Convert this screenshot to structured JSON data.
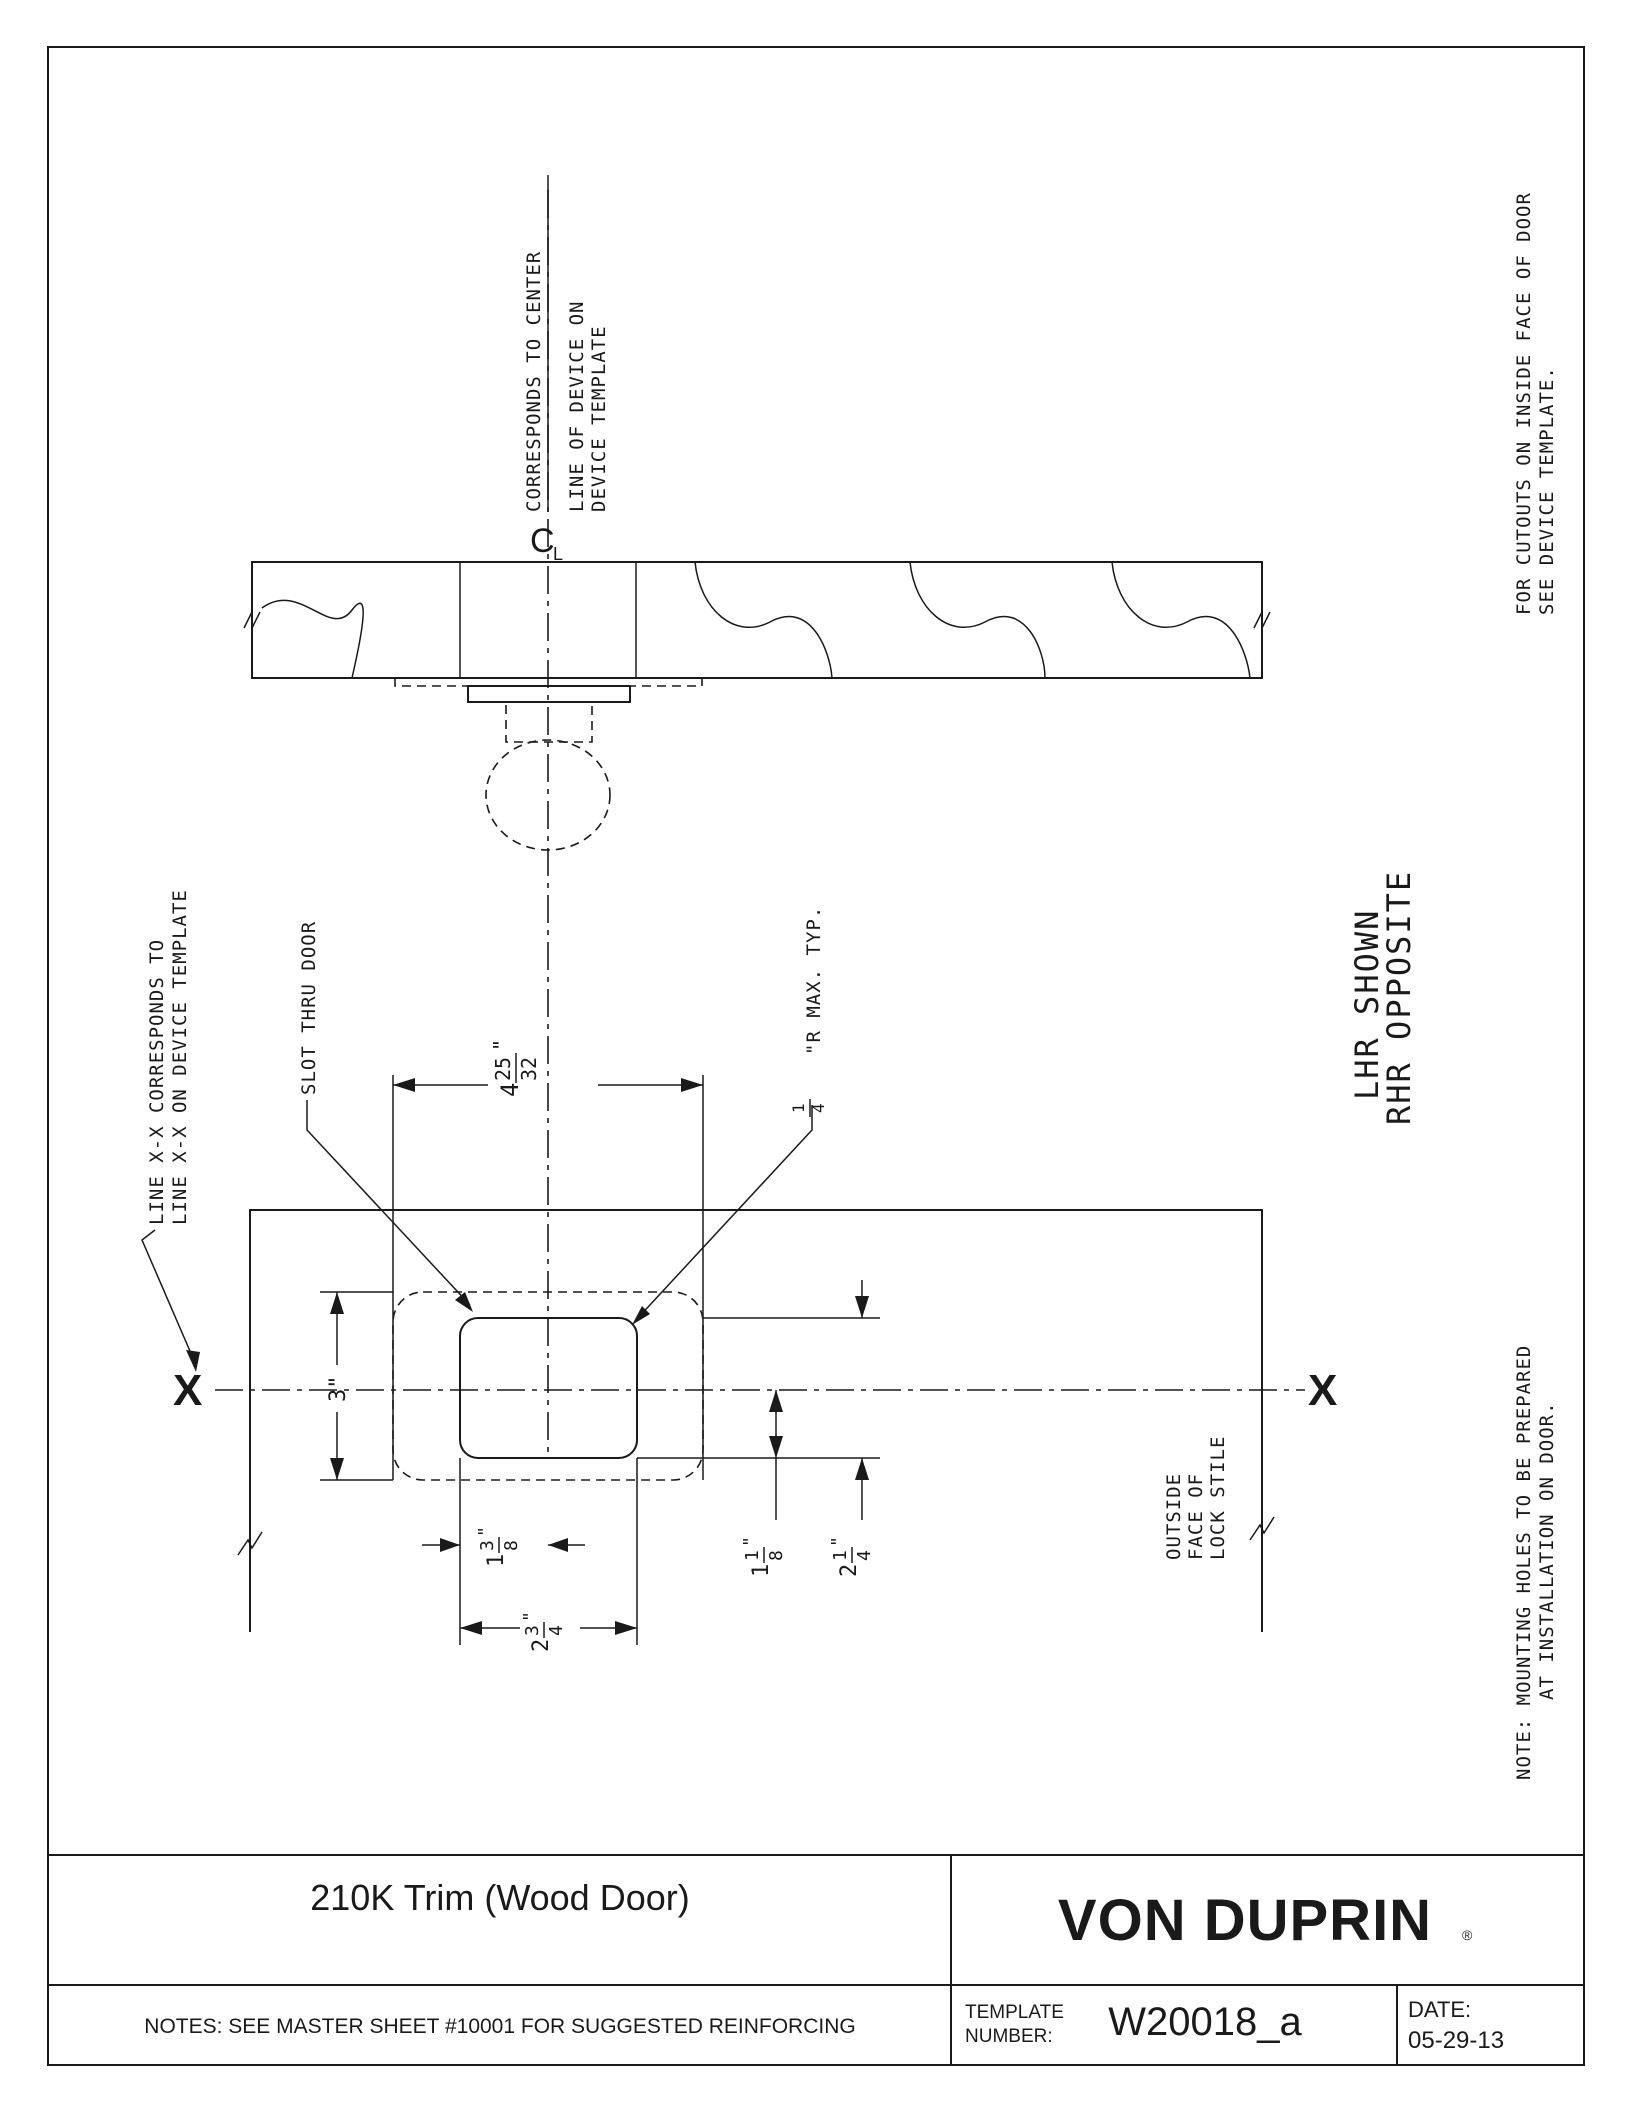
{
  "drawing": {
    "cl_symbol": "C",
    "cl_symbol_sub": "L",
    "cl_corresponds": "CORRESPONDS TO CENTER",
    "cl_line1": "LINE OF DEVICE ON",
    "cl_line2": "DEVICE TEMPLATE",
    "right_note1": "FOR CUTOUTS ON INSIDE FACE OF DOOR",
    "right_note2": "SEE DEVICE TEMPLATE.",
    "hand_line1": "LHR SHOWN",
    "hand_line2": "RHR OPPOSITE",
    "xx_line1": "LINE X-X CORRESPONDS TO",
    "xx_line2": "LINE X-X ON DEVICE TEMPLATE",
    "slot_label": "SLOT THRU DOOR",
    "radius_label": "\"R MAX. TYP.",
    "x_mark": "X",
    "lock_stile_1": "OUTSIDE",
    "lock_stile_2": "FACE OF",
    "lock_stile_3": "LOCK STILE",
    "mount_note1": "NOTE: MOUNTING HOLES TO BE PREPARED",
    "mount_note2": "AT INSTALLATION ON DOOR.",
    "dims": {
      "width_slot": {
        "whole": "4",
        "num": "25",
        "den": "32",
        "unit": "\""
      },
      "height_3": "3\"",
      "inset_1_3_8": {
        "whole": "1",
        "num": "3",
        "den": "8",
        "unit": "\""
      },
      "width_2_3_4": {
        "whole": "2",
        "num": "3",
        "den": "4",
        "unit": "\""
      },
      "offset_1_1_8": {
        "whole": "1",
        "num": "1",
        "den": "8",
        "unit": "\""
      },
      "offset_2_1_4": {
        "whole": "2",
        "num": "1",
        "den": "4",
        "unit": "\""
      },
      "radius": {
        "num": "1",
        "den": "4"
      }
    }
  },
  "title_block": {
    "title": "210K Trim (Wood Door)",
    "brand": "VON DUPRIN",
    "brand_mark": "®",
    "notes": "NOTES: SEE MASTER SHEET #10001 FOR SUGGESTED REINFORCING",
    "template_label1": "TEMPLATE",
    "template_label2": "NUMBER:",
    "template_number": "W20018_a",
    "date_label": "DATE:",
    "date_value": "05-29-13"
  }
}
